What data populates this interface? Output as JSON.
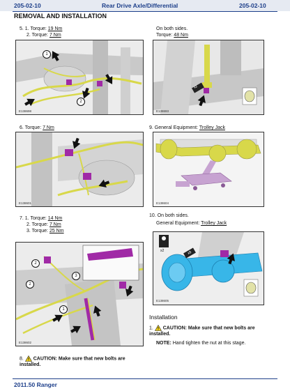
{
  "header": {
    "code_left": "205-02-10",
    "title": "Rear Drive Axle/Differential",
    "code_right": "205-02-10"
  },
  "section_title": "REMOVAL AND INSTALLATION",
  "step5": {
    "num": "5.",
    "line1_pre": "1. Torque: ",
    "line1_val": "19 Nm",
    "line2_pre": "2. Torque: ",
    "line2_val": "7 Nm",
    "fig_id": "E138698",
    "callout1": "1",
    "callout2": "2"
  },
  "step_r1": {
    "line1": "On both sides.",
    "line2_pre": "Torque: ",
    "line2_val": "48 Nm",
    "fig_id": "E138693",
    "badge": "x2"
  },
  "step6": {
    "num": "6.",
    "line1_pre": "Torque: ",
    "line1_val": "7 Nm",
    "fig_id": "E138601"
  },
  "step9": {
    "num": "9.",
    "text_pre": "General Equipment: ",
    "text_val": "Trolley Jack",
    "fig_id": "E138604"
  },
  "step7": {
    "num": "7.",
    "line1_pre": "1. Torque: ",
    "line1_val": "14 Nm",
    "line2_pre": "2. Torque: ",
    "line2_val": "7 Nm",
    "line3_pre": "3. Torque: ",
    "line3_val": "25 Nm",
    "fig_id": "E138602",
    "callout1": "1",
    "callout2": "2",
    "callout3": "3"
  },
  "step10": {
    "num": "10.",
    "line1": "On both sides.",
    "line2_pre": "General Equipment: ",
    "line2_val": "Trolley Jack",
    "fig_id": "E138605",
    "badge_person": "x2",
    "badge_bolts": "x8"
  },
  "installation": {
    "heading": "Installation",
    "item_num": "1.",
    "caution": "CAUTION: Make sure that new bolts are installed.",
    "note_label": "NOTE:",
    "note_text": " Hand tighten the nut at this stage."
  },
  "step8": {
    "num": "8.",
    "caution": "CAUTION: Make sure that new bolts are installed."
  },
  "footer": {
    "text": "2011.50 Ranger"
  },
  "colors": {
    "header_blue": "#1d3f8a",
    "hose_yellow": "#d8d84a",
    "highlight_magenta": "#a02aa6",
    "axle_cyan": "#38b6e8",
    "warning_yellow": "#f2d21b"
  }
}
